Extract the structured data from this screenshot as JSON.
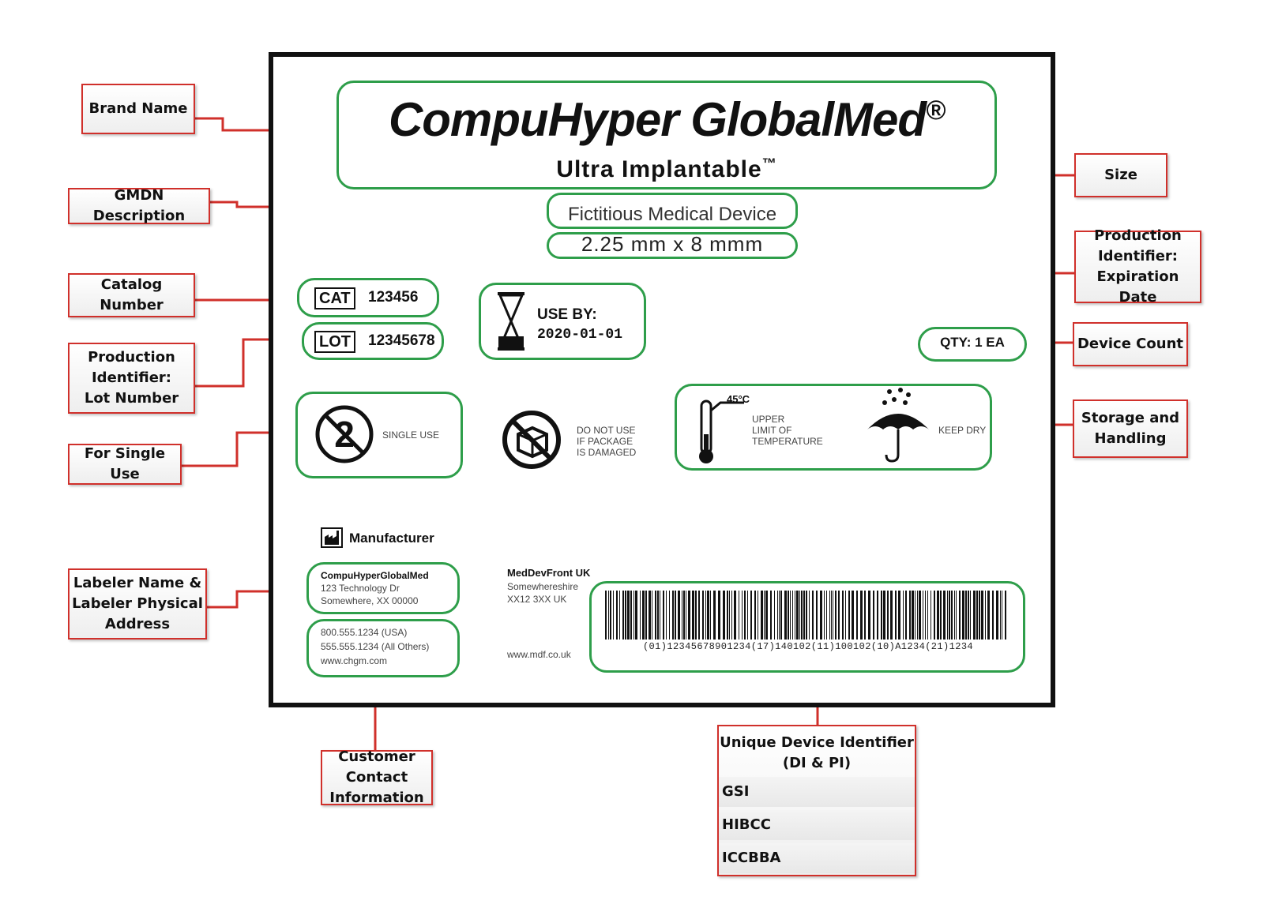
{
  "label": {
    "brand_name": "CompuHyper GlobalMed",
    "brand_mark": "®",
    "product_line": "Ultra Implantable",
    "product_mark": "™",
    "gmdn_description": "Fictitious Medical Device",
    "size": "2.25 mm x 8 mmm",
    "cat_symbol": "CAT",
    "cat_number": "123456",
    "lot_symbol": "LOT",
    "lot_number": "12345678",
    "use_by_label": "USE BY:",
    "use_by_date": "2020-01-01",
    "quantity": "QTY: 1 EA",
    "single_use_text": "SINGLE USE",
    "do_not_use_line1": "DO NOT USE",
    "do_not_use_line2": "IF PACKAGE",
    "do_not_use_line3": "IS DAMAGED",
    "temperature_value": "45°C",
    "temperature_line1": "UPPER",
    "temperature_line2": "LIMIT OF",
    "temperature_line3": "TEMPERATURE",
    "keep_dry_text": "KEEP DRY",
    "manufacturer_label": "Manufacturer",
    "labeler_name": "CompuHyperGlobalMed",
    "labeler_address_line1": "123 Technology Dr",
    "labeler_address_line2": "Somewhere, XX 00000",
    "contact_phone_usa": "800.555.1234 (USA)",
    "contact_phone_others": "555.555.1234 (All Others)",
    "contact_website": "www.chgm.com",
    "rep_name": "MedDevFront UK",
    "rep_line1": "Somewhereshire",
    "rep_line2": "XX12 3XX UK",
    "rep_website": "www.mdf.co.uk",
    "barcode_text": "(01)12345678901234(17)140102(11)100102(10)A1234(21)1234"
  },
  "callouts": {
    "brand_name": "Brand Name",
    "gmdn_description": "GMDN Description",
    "catalog_number": "Catalog Number",
    "lot_line1": "Production",
    "lot_line2": "Identifier:",
    "lot_line3": "Lot Number",
    "single_use": "For Single Use",
    "labeler_line1": "Labeler Name &",
    "labeler_line2": "Labeler Physical",
    "labeler_line3": "Address",
    "contact_line1": "Customer",
    "contact_line2": "Contact",
    "contact_line3": "Information",
    "size": "Size",
    "expiry_line1": "Production",
    "expiry_line2": "Identifier:",
    "expiry_line3": "Expiration Date",
    "device_count": "Device Count",
    "storage_line1": "Storage and",
    "storage_line2": "Handling",
    "udi_line1": "Unique Device Identifier",
    "udi_line2": "(DI & PI)",
    "udi_items": [
      "GSI",
      "HIBCC",
      "ICCBBA"
    ]
  },
  "colors": {
    "callout_border": "#d0302b",
    "arrow": "#d0302b",
    "highlight_box": "#2e9e4a",
    "label_frame": "#111111"
  }
}
